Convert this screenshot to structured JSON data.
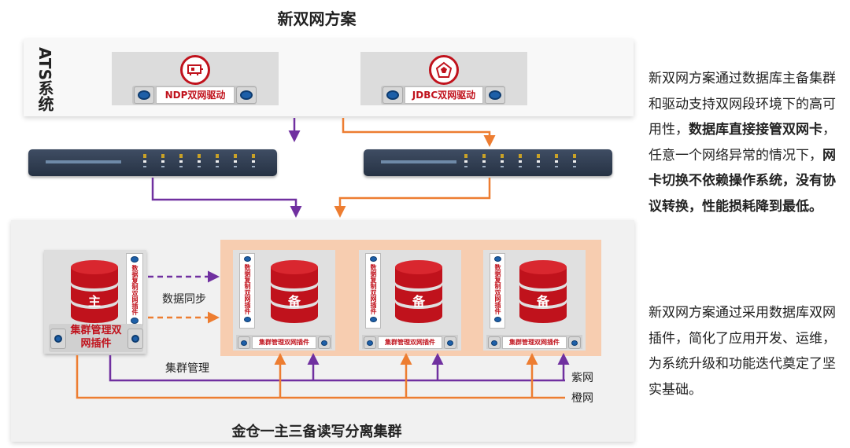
{
  "title": "新双网方案",
  "ats": {
    "label": "ATS系统"
  },
  "drivers": [
    {
      "label": "NDP双网驱动",
      "icon": "network-card-icon"
    },
    {
      "label": "JDBC双网驱动",
      "icon": "pentagon-shield-icon"
    }
  ],
  "cluster": {
    "master_label": "主",
    "standby_label": "备",
    "master_plugin": "集群管理双网插件",
    "vertical_plugin": "数据复制双网插件",
    "standby_plugin": "集群管理双网插件",
    "data_sync": "数据同步",
    "cluster_mgmt": "集群管理",
    "purple_net": "紫网",
    "orange_net": "橙网",
    "caption": "金仓一主三备读写分离集群"
  },
  "description": {
    "p1_a": "新双网方案通过数据库主备集群和驱动支持双网段环境下的高可用性，",
    "p1_b": "数据库直接接管双网卡",
    "p1_c": "，任意一个网络异常的情况下，",
    "p1_d": "网卡切换不依赖操作系统，没有协议转换，性能损耗降到最低。",
    "p2": "新双网方案通过采用数据库双网插件，简化了应用开发、运维，为系统升级和功能迭代奠定了坚实基础。"
  },
  "colors": {
    "purple": "#7030a0",
    "orange": "#ed7d31",
    "red": "#c0121c",
    "peach": "#f7cdb0"
  }
}
